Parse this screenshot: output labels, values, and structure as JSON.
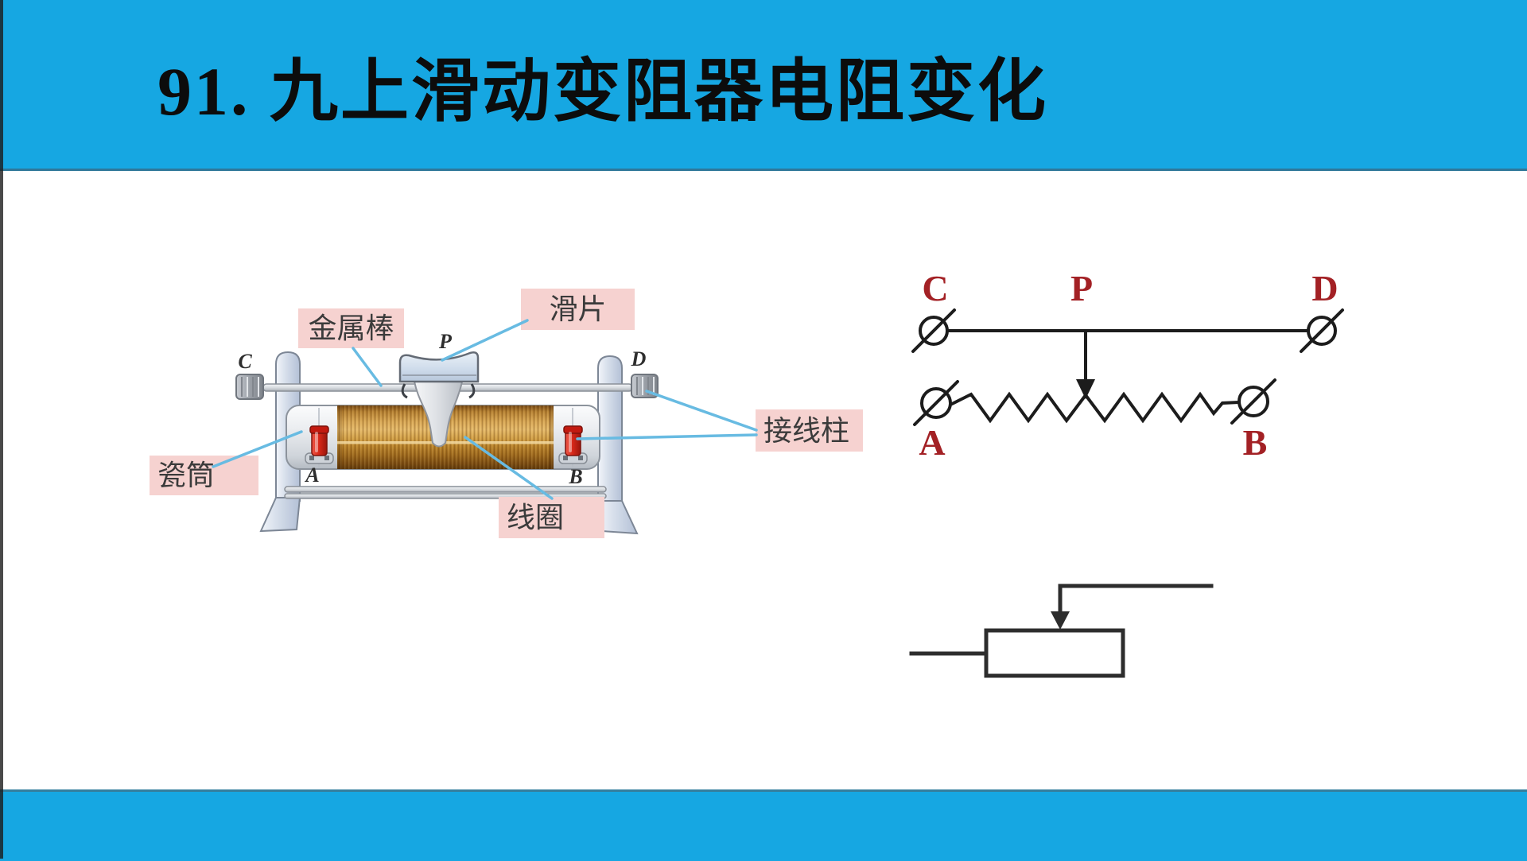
{
  "title": "91. 九上滑动变阻器电阻变化",
  "theme": {
    "band_color": "#16a7e2",
    "label_bg": "#f6d2d0",
    "label_text_color": "#3b3b3b",
    "leader_line_color": "#68bbe2",
    "schematic_letter_color": "#a32125",
    "schematic_line_color": "#1c1c1c",
    "coil_copper_color": "#c8913c",
    "binding_post_red": "#d9291a"
  },
  "device": {
    "labels": {
      "metal_rod": "金属棒",
      "slide": "滑片",
      "ceramic_tube": "瓷筒",
      "coil": "线圈",
      "binding_post": "接线柱"
    },
    "markers": {
      "c": "C",
      "p": "P",
      "d": "D",
      "a": "A",
      "b": "B"
    }
  },
  "schematic": {
    "markers": {
      "c": "C",
      "p": "P",
      "d": "D",
      "a": "A",
      "b": "B"
    }
  }
}
